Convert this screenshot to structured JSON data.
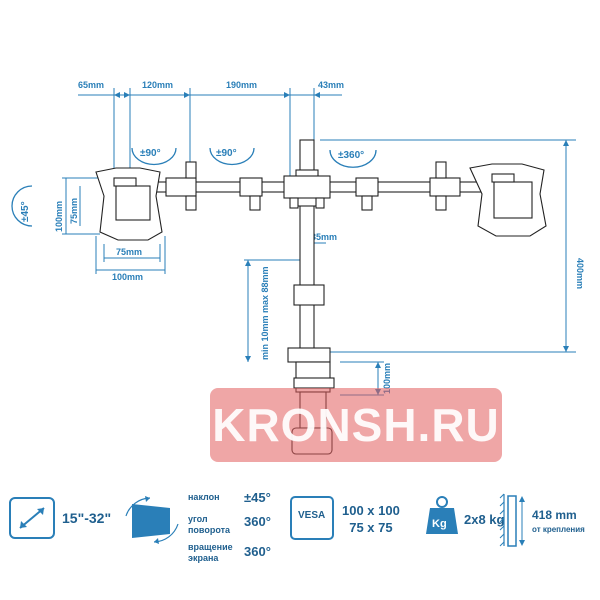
{
  "colors": {
    "accent": "#2a7fb8",
    "spec_text": "#1f5f8e",
    "line": "#222222",
    "watermark": "#e25c5c"
  },
  "dimensions": {
    "d65": "65mm",
    "d120": "120mm",
    "d190": "190mm",
    "d43": "43mm",
    "d75h": "75mm",
    "d100h": "100mm",
    "d75w": "75mm",
    "d100w": "100mm",
    "d35": "Ø35mm",
    "d400": "400mm",
    "d100pole": "100mm",
    "clamp_range": "min 10mm max 88mm"
  },
  "angles": {
    "tilt": "±45°",
    "swivel_left": "±90°",
    "swivel_mid": "±90°",
    "rotate": "±360°"
  },
  "watermark": {
    "text": "KRONSH.RU"
  },
  "specs": {
    "screen_size": "15\"-32\"",
    "tilt_label": "наклон",
    "tilt_value": "±45°",
    "rotate_label": "угол\nповорота",
    "rotate_value": "360°",
    "spin_label": "вращение\nэкрана",
    "spin_value": "360°",
    "vesa_label": "VESA",
    "vesa_values": "100 x 100\n75 x 75",
    "weight_unit": "Kg",
    "weight_value": "2x8 kg",
    "height_value": "418 mm",
    "height_label": "от крепления"
  }
}
